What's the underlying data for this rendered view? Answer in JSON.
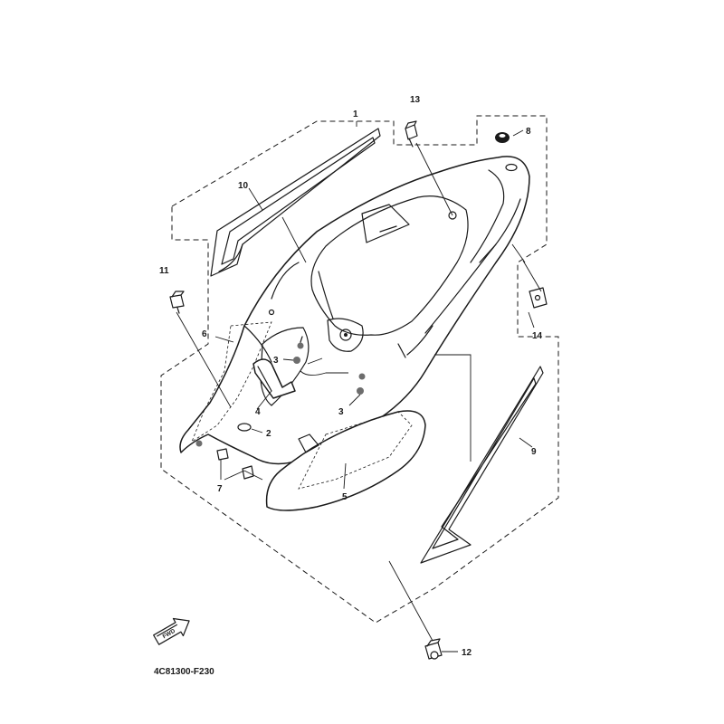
{
  "diagram": {
    "diagram_code": "4C81300-F230",
    "forward_arrow_label": "FWD",
    "callouts": {
      "c1": "1",
      "c2": "2",
      "c3a": "3",
      "c3b": "3",
      "c4": "4",
      "c5": "5",
      "c6": "6",
      "c7": "7",
      "c8": "8",
      "c9": "9",
      "c10": "10",
      "c11": "11",
      "c12": "12",
      "c13": "13",
      "c14": "14"
    }
  }
}
